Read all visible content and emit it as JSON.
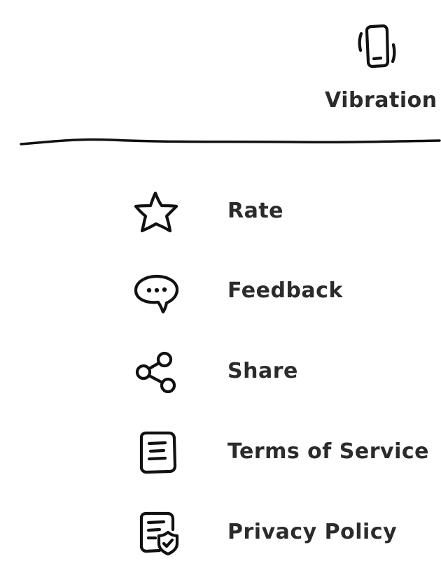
{
  "vibration": {
    "label": "Vibration",
    "icon": "phone-vibrate-icon"
  },
  "menu": {
    "items": [
      {
        "label": "Rate",
        "icon": "star-icon"
      },
      {
        "label": "Feedback",
        "icon": "chat-bubble-icon"
      },
      {
        "label": "Share",
        "icon": "share-icon"
      },
      {
        "label": "Terms of Service",
        "icon": "document-icon"
      },
      {
        "label": "Privacy Policy",
        "icon": "privacy-shield-icon"
      }
    ]
  },
  "colors": {
    "ink": "#111111",
    "text": "#2b2b2b",
    "background": "#ffffff"
  }
}
